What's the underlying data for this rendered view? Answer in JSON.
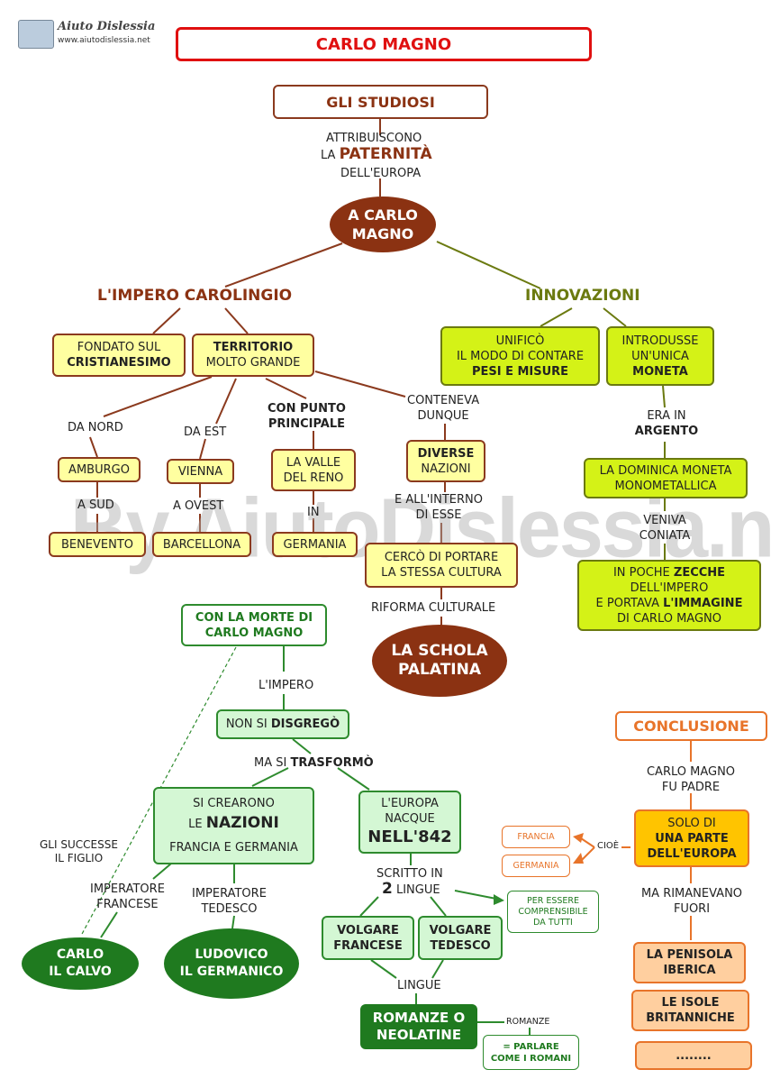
{
  "logo": {
    "name": "Aiuto Dislessia",
    "url": "www.aiutodislessia.net"
  },
  "title": "CARLO MAGNO",
  "watermark": "By AiutoDislessia.net",
  "top": {
    "studiosi": "GLI STUDIOSI",
    "attribuiscono": "ATTRIBUISCONO",
    "la": "LA",
    "paternita": "PATERNITÀ",
    "europa": "DELL'EUROPA",
    "carlo_magno_l1": "A CARLO",
    "carlo_magno_l2": "MAGNO"
  },
  "impero": {
    "heading": "L'IMPERO CAROLINGIO",
    "fondato_l1": "FONDATO SUL",
    "fondato_l2": "CRISTIANESIMO",
    "territorio_l1": "TERRITORIO",
    "territorio_l2": "MOLTO GRANDE",
    "da_nord": "DA NORD",
    "da_est": "DA EST",
    "con_punto_l1": "CON PUNTO",
    "con_punto_l2": "PRINCIPALE",
    "conteneva_l1": "CONTENEVA",
    "conteneva_l2": "DUNQUE",
    "amburgo": "AMBURGO",
    "vienna": "VIENNA",
    "valle_l1": "LA VALLE",
    "valle_l2": "DEL RENO",
    "diverse_l1": "DIVERSE",
    "diverse_l2": "NAZIONI",
    "a_sud": "A SUD",
    "a_ovest": "A OVEST",
    "in": "IN",
    "interno_l1": "E ALL'INTERNO",
    "interno_l2": "DI ESSE",
    "benevento": "BENEVENTO",
    "barcellona": "BARCELLONA",
    "germania": "GERMANIA",
    "cerco_l1": "CERCÒ DI PORTARE",
    "cerco_l2": "LA STESSA CULTURA",
    "riforma": "RIFORMA CULTURALE",
    "schola_l1": "LA SCHOLA",
    "schola_l2": "PALATINA"
  },
  "innovazioni": {
    "heading": "INNOVAZIONI",
    "unifico_l1": "UNIFICÒ",
    "unifico_l2": "IL MODO DI CONTARE",
    "unifico_l3": "PESI E MISURE",
    "introdusse_l1": "INTRODUSSE",
    "introdusse_l2": "UN'UNICA",
    "introdusse_l3": "MONETA",
    "era_in": "ERA IN",
    "argento": "ARGENTO",
    "dominica_l1": "LA DOMINICA MONETA",
    "dominica_l2": "MONOMETALLICA",
    "veniva_l1": "VENIVA",
    "veniva_l2": "CONIATA",
    "zecche_l1a": "IN POCHE ",
    "zecche_l1b": "ZECCHE",
    "zecche_l2": "DELL'IMPERO",
    "zecche_l3a": "E PORTAVA ",
    "zecche_l3b": "L'IMMAGINE",
    "zecche_l4": "DI CARLO MAGNO"
  },
  "morte": {
    "box_l1": "CON LA MORTE DI",
    "box_l2": "CARLO MAGNO",
    "impero": "L'IMPERO",
    "disgrego_a": "NON SI ",
    "disgrego_b": "DISGREGÒ",
    "trasformo_a": "MA SI ",
    "trasformo_b": "TRASFORMÒ",
    "nazioni_l1": "SI CREARONO",
    "nazioni_l2a": "LE ",
    "nazioni_l2b": "NAZIONI",
    "nazioni_l3": "FRANCIA E GERMANIA",
    "europa_l1": "L'EUROPA",
    "europa_l2": "NACQUE",
    "europa_l3": "NELL'842",
    "successe_l1": "GLI SUCCESSE",
    "successe_l2": "IL FIGLIO",
    "imp_fr_l1": "IMPERATORE",
    "imp_fr_l2": "FRANCESE",
    "imp_te_l1": "IMPERATORE",
    "imp_te_l2": "TEDESCO",
    "scritto": "SCRITTO IN",
    "due": "2",
    "lingue": "LINGUE",
    "per_essere_l1": "PER ESSERE",
    "per_essere_l2": "COMPRENSIBILE",
    "per_essere_l3": "DA TUTTI",
    "calvo_l1": "CARLO",
    "calvo_l2": "IL CALVO",
    "ludovico_l1": "LUDOVICO",
    "ludovico_l2": "IL GERMANICO",
    "volg_fr_l1": "VOLGARE",
    "volg_fr_l2": "FRANCESE",
    "volg_te_l1": "VOLGARE",
    "volg_te_l2": "TEDESCO",
    "lingue2": "LINGUE",
    "romanze_l1": "ROMANZE O",
    "romanze_l2": "NEOLATINE",
    "romanze_lbl": "ROMANZE",
    "parlare_l1": "=   PARLARE",
    "parlare_l2": "COME I ROMANI"
  },
  "conclusione": {
    "heading": "CONCLUSIONE",
    "padre_l1": "CARLO MAGNO",
    "padre_l2": "FU PADRE",
    "parte_l1": "SOLO DI",
    "parte_l2": "UNA PARTE",
    "parte_l3": "DELL'EUROPA",
    "cioe": "CIOÈ",
    "francia": "FRANCIA",
    "germania": "GERMANIA",
    "rimanevano_l1": "MA RIMANEVANO",
    "rimanevano_l2": "FUORI",
    "iberica_l1": "LA PENISOLA",
    "iberica_l2": "IBERICA",
    "britanniche_l1": "LE ISOLE",
    "britanniche_l2": "BRITANNICHE",
    "dots": "........"
  },
  "colors": {
    "brown": "#8b3212",
    "olive": "#6b7a10",
    "green": "#1f7a1f",
    "orange": "#e8742a",
    "red": "#e01010"
  }
}
